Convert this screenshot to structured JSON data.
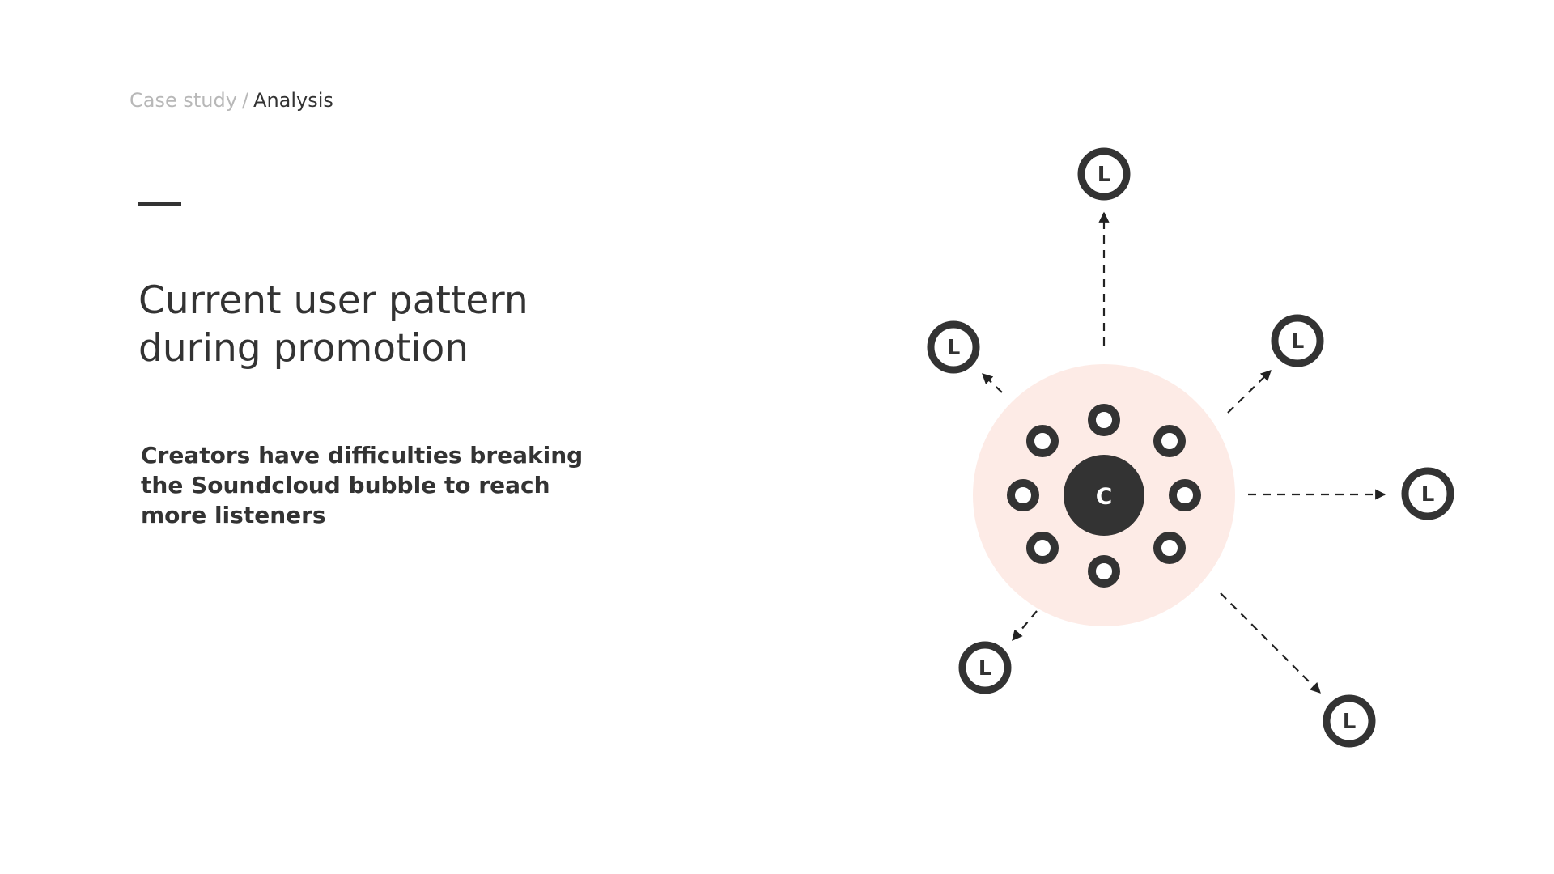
{
  "breadcrumb": {
    "parent": "Case study",
    "separator": "/",
    "current": "Analysis"
  },
  "title": {
    "line1": "Current user pattern",
    "line2": "during promotion"
  },
  "description": {
    "line1": "Creators have difficulties breaking",
    "line2": "the Soundcloud bubble to reach",
    "line3": "more listeners"
  },
  "diagram": {
    "center_label": "C",
    "listener_label": "L",
    "colors": {
      "bubble": "#fdebe6",
      "node": "#333333",
      "background": "#ffffff"
    }
  }
}
